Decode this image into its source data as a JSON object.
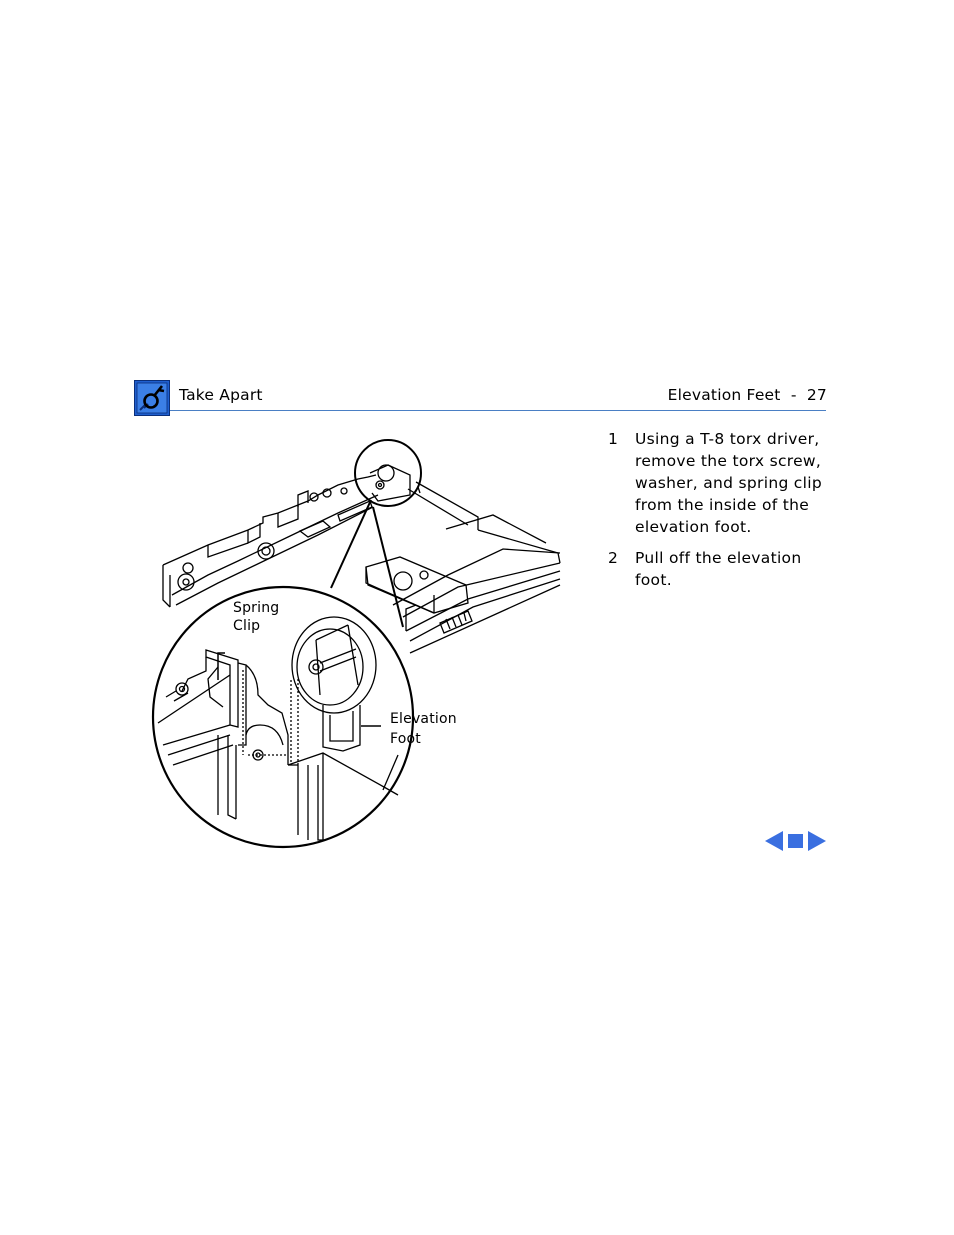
{
  "header": {
    "section_title": "Take Apart",
    "page_title": "Elevation Feet  -  27",
    "icon": "apple-service-manual-icon",
    "rule_color": "#4a7fc4"
  },
  "steps": [
    {
      "number": "1",
      "text": "Using a T-8 torx driver, remove the torx screw, washer, and spring clip from the inside of the elevation foot."
    },
    {
      "number": "2",
      "text": "Pull off the elevation foot."
    }
  ],
  "illustration": {
    "callouts": {
      "spring_clip": [
        "Spring",
        "Clip"
      ],
      "elevation_foot": [
        "Elevation",
        "Foot"
      ]
    }
  },
  "navigation": {
    "prev_icon": "triangle-left-icon",
    "stop_icon": "square-stop-icon",
    "next_icon": "triangle-right-icon",
    "color": "#3a6fe0"
  }
}
